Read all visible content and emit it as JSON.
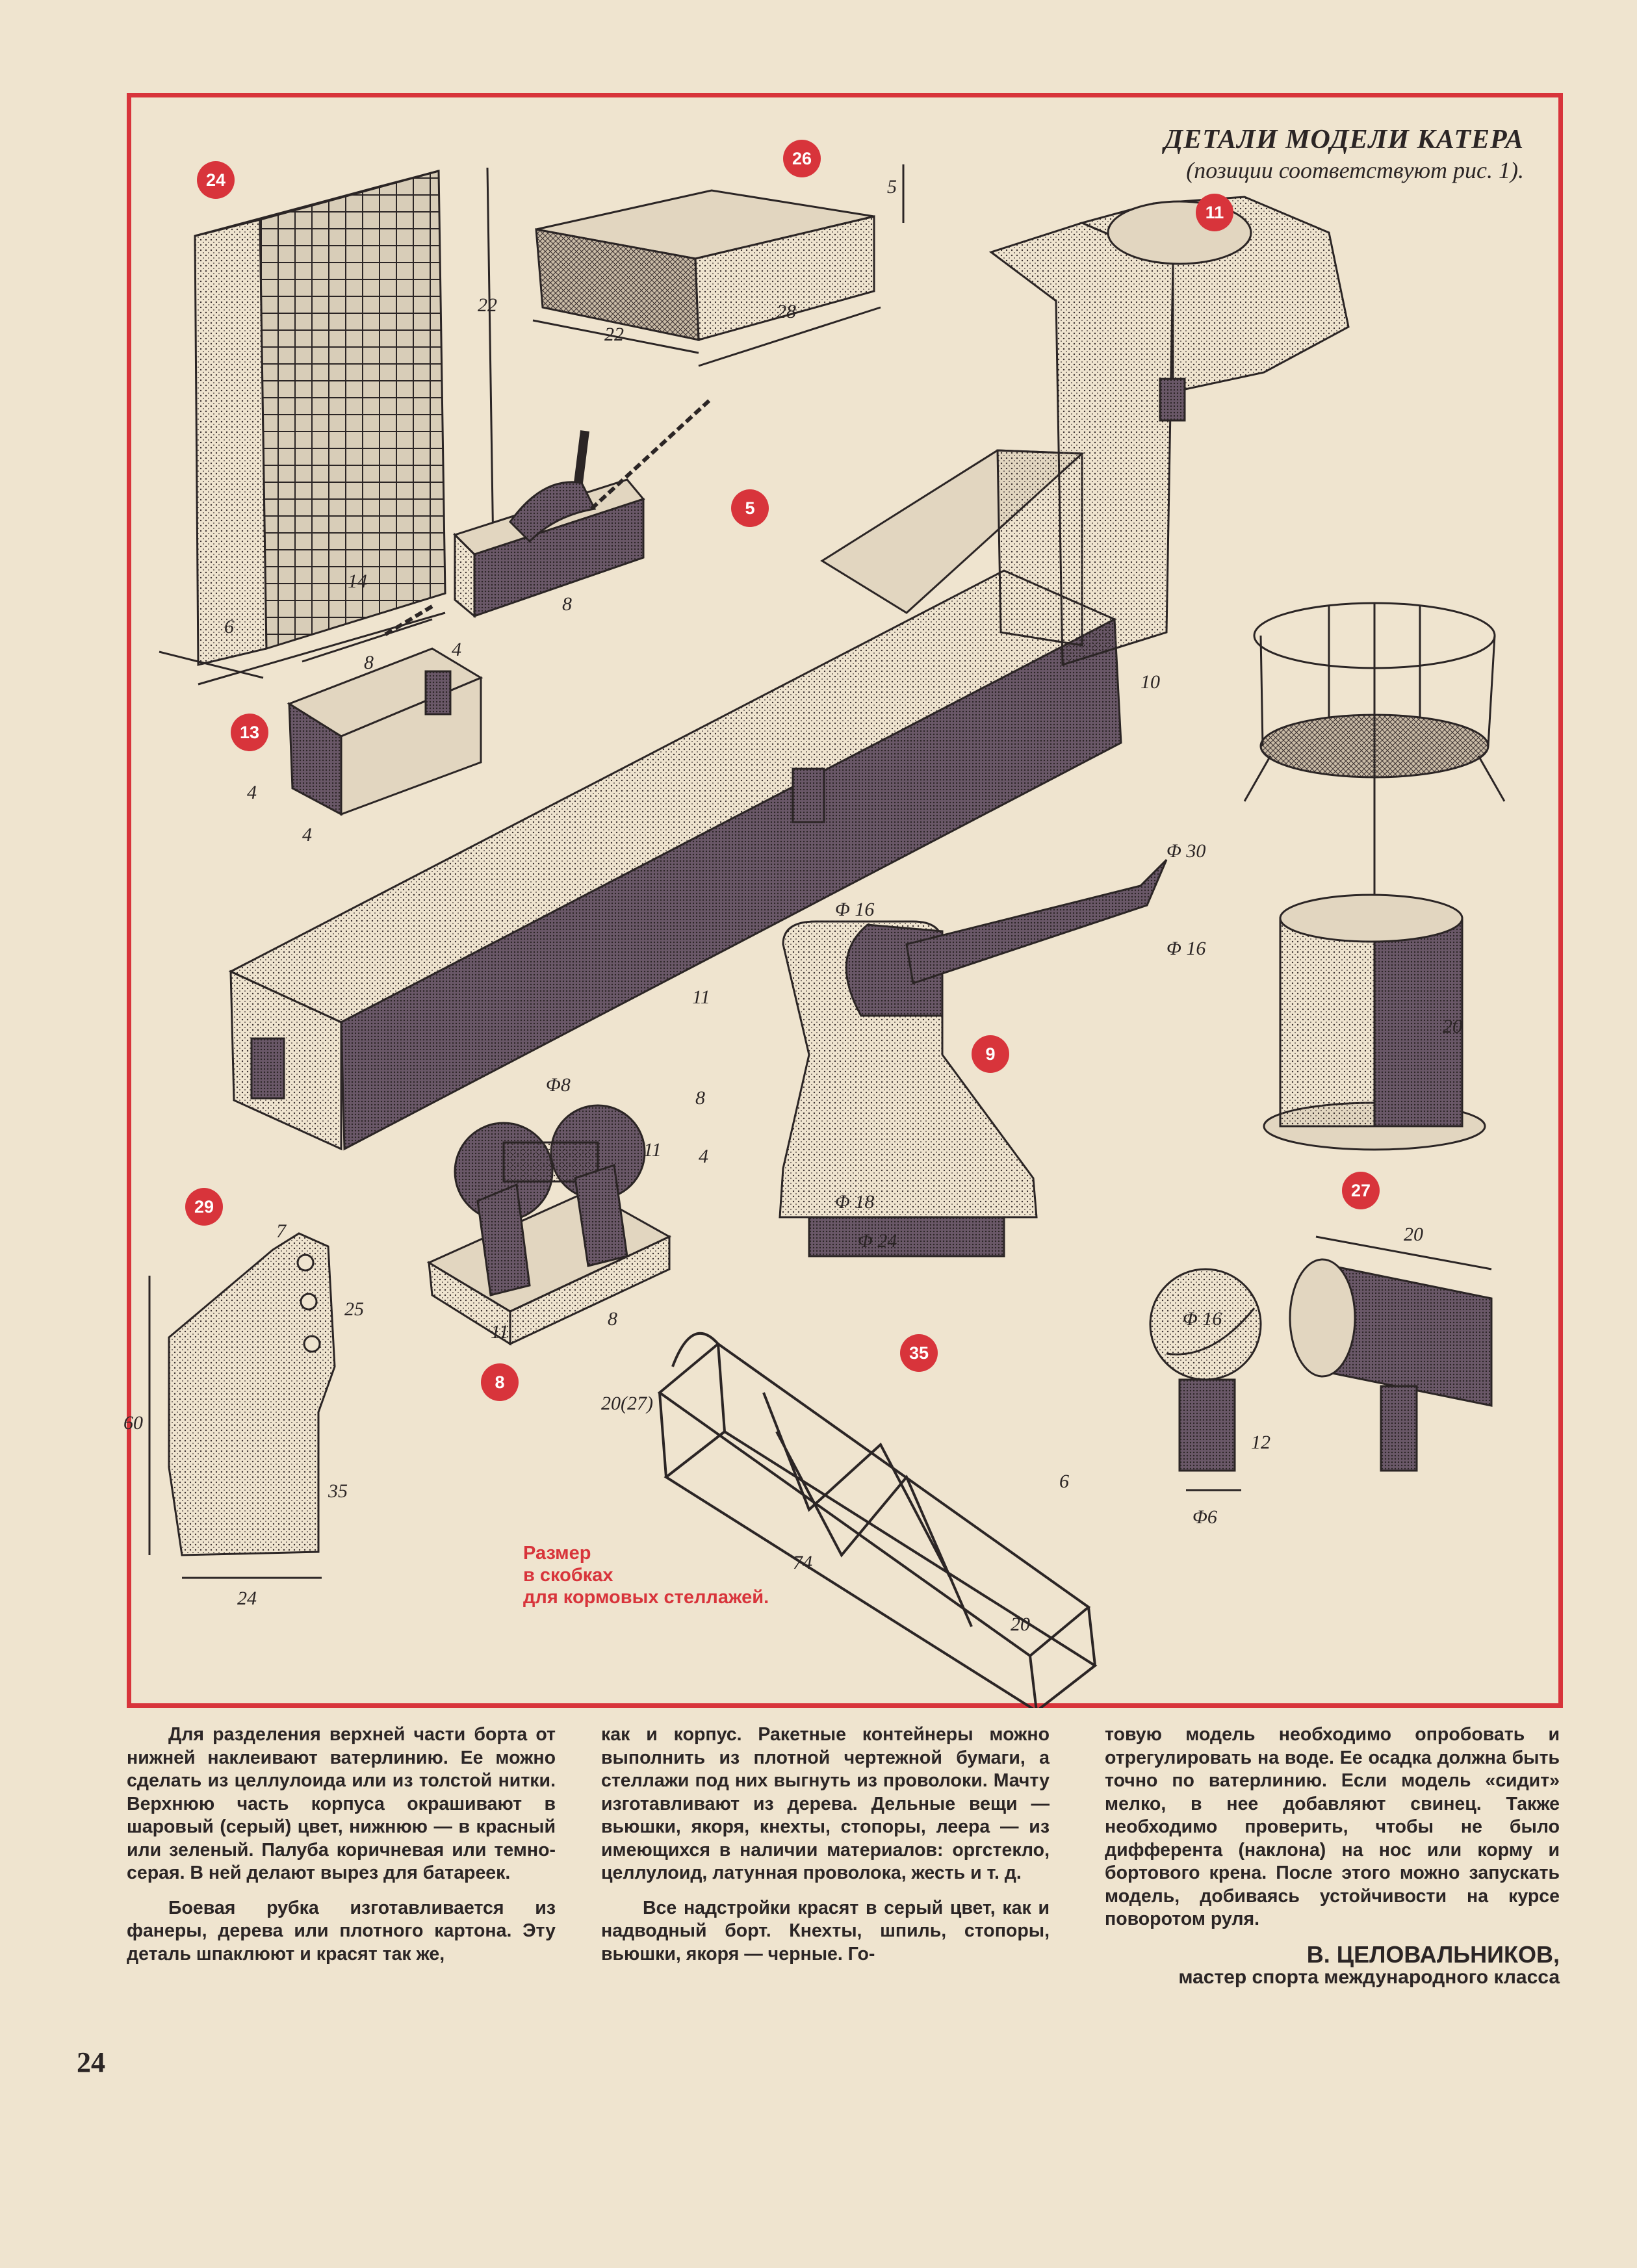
{
  "diagram": {
    "title_line1": "ДЕТАЛИ МОДЕЛИ КАТЕРА",
    "title_line2": "(позиции соответствуют рис. 1).",
    "badges": {
      "b24": "24",
      "b26": "26",
      "b11": "11",
      "b5": "5",
      "b13": "13",
      "b9": "9",
      "b27": "27",
      "b29": "29",
      "b8": "8",
      "b35": "35"
    },
    "dims": {
      "d24_h": "22",
      "d24_w": "14",
      "d24_d": "6",
      "d26_h": "5",
      "d26_w": "22",
      "d26_l": "28",
      "d5_l": "8",
      "d5_w": "4",
      "d13_l": "8",
      "d13_h": "4",
      "d13_w": "4",
      "d27_h": "10",
      "d27_phi30": "Φ 30",
      "d27_phi16": "Φ 16",
      "d27_20": "20",
      "d9_phi16": "Φ 16",
      "d9_11": "11",
      "d9_8": "8",
      "d9_4": "4",
      "d9_phi18": "Φ 18",
      "d9_phi24": "Φ 24",
      "d8_phi8": "Φ8",
      "d8_11h": "11",
      "d8_11": "11",
      "d8_8": "8",
      "d29_7": "7",
      "d29_25": "25",
      "d29_60": "60",
      "d29_35": "35",
      "d29_24": "24",
      "d35_h": "20(27)",
      "d35_6": "6",
      "d35_74": "74",
      "d35_20": "20",
      "dball_phi16": "Φ 16",
      "dball_12": "12",
      "dball_phi6": "Φ6",
      "dlamp_20": "20"
    },
    "note_line1": "Размер",
    "note_line2": "в скобках",
    "note_line3": "для кормовых стеллажей."
  },
  "text": {
    "col1_p1": "Для разделения верхней части борта от нижней наклеивают ватерлинию. Ее можно сделать из целлулоида или из толстой нитки. Верхнюю часть корпуса окрашивают в шаровый (серый) цвет, нижнюю — в красный или зеленый. Палуба коричневая или темно-серая. В ней делают вырез для батареек.",
    "col1_p2": "Боевая рубка изготавливается из фанеры, дерева или плотного картона. Эту деталь шпаклюют и красят так же,",
    "col2_p1": "как и корпус. Ракетные контейнеры можно выполнить из плотной чертежной бумаги, а стеллажи под них выгнуть из проволоки. Мачту изготавливают из дерева. Дельные вещи — вьюшки, якоря, кнехты, стопоры, леера — из имеющихся в наличии материалов: оргстекло, целлулоид, латунная проволока, жесть и т. д.",
    "col2_p2": "Все надстройки красят в серый цвет, как и надводный борт. Кнехты, шпиль, стопоры, вьюшки, якоря — черные. Го-",
    "col3_p1": "товую модель необходимо опробовать и отрегулировать на воде. Ее осадка должна быть точно по ватерлинию. Если модель «сидит» мелко, в нее добавляют свинец. Также необходимо проверить, чтобы не было дифферента (наклона) на нос или корму и бортового крена. После этого можно запускать модель, добиваясь устойчивости на курсе поворотом руля.",
    "author": "В. ЦЕЛОВАЛЬНИКОВ,",
    "author_title": "мастер спорта международного класса"
  },
  "page_number": "24",
  "colors": {
    "accent_red": "#d8343b",
    "paper": "#efe4cf",
    "ink": "#2b2525"
  }
}
